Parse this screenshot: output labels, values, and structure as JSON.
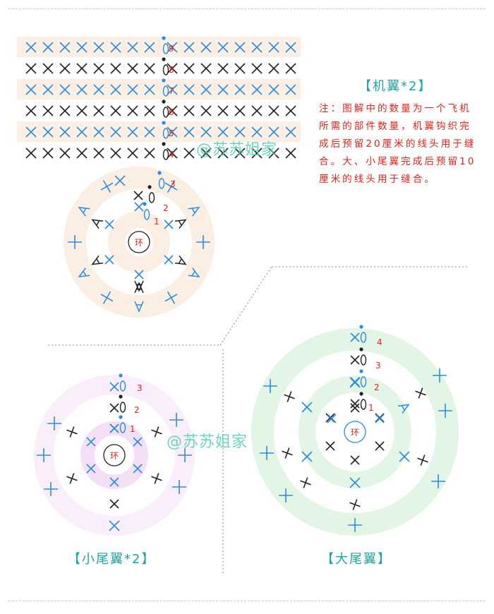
{
  "wing": {
    "title": "【机翼*2】",
    "note": "注：图解中的数量为一个飞机所需的部件数量，机翼钩织完成后预留20厘米的线头用于缝合。大、小尾翼完成后预留10厘米的线头用于缝合。",
    "row_labels": [
      "9",
      "8",
      "7",
      "6",
      "5",
      "4"
    ],
    "round_labels": [
      "3",
      "2",
      "1"
    ],
    "ring": "环"
  },
  "small_tail": {
    "title": "【小尾翼*2】",
    "round_labels": [
      "3",
      "2",
      "1"
    ],
    "ring": "环"
  },
  "big_tail": {
    "title": "【大尾翼】",
    "round_labels": [
      "4",
      "3",
      "2",
      "1"
    ],
    "ring": "环"
  },
  "watermark": "@苏苏姐家",
  "colors": {
    "blue": "#2a8be0",
    "black": "#222222",
    "red": "#e0231b",
    "teal": "#1aa7a0",
    "peach": "#fbeee2",
    "lavender": "#f9eefa",
    "mint": "#e3f5e5"
  }
}
